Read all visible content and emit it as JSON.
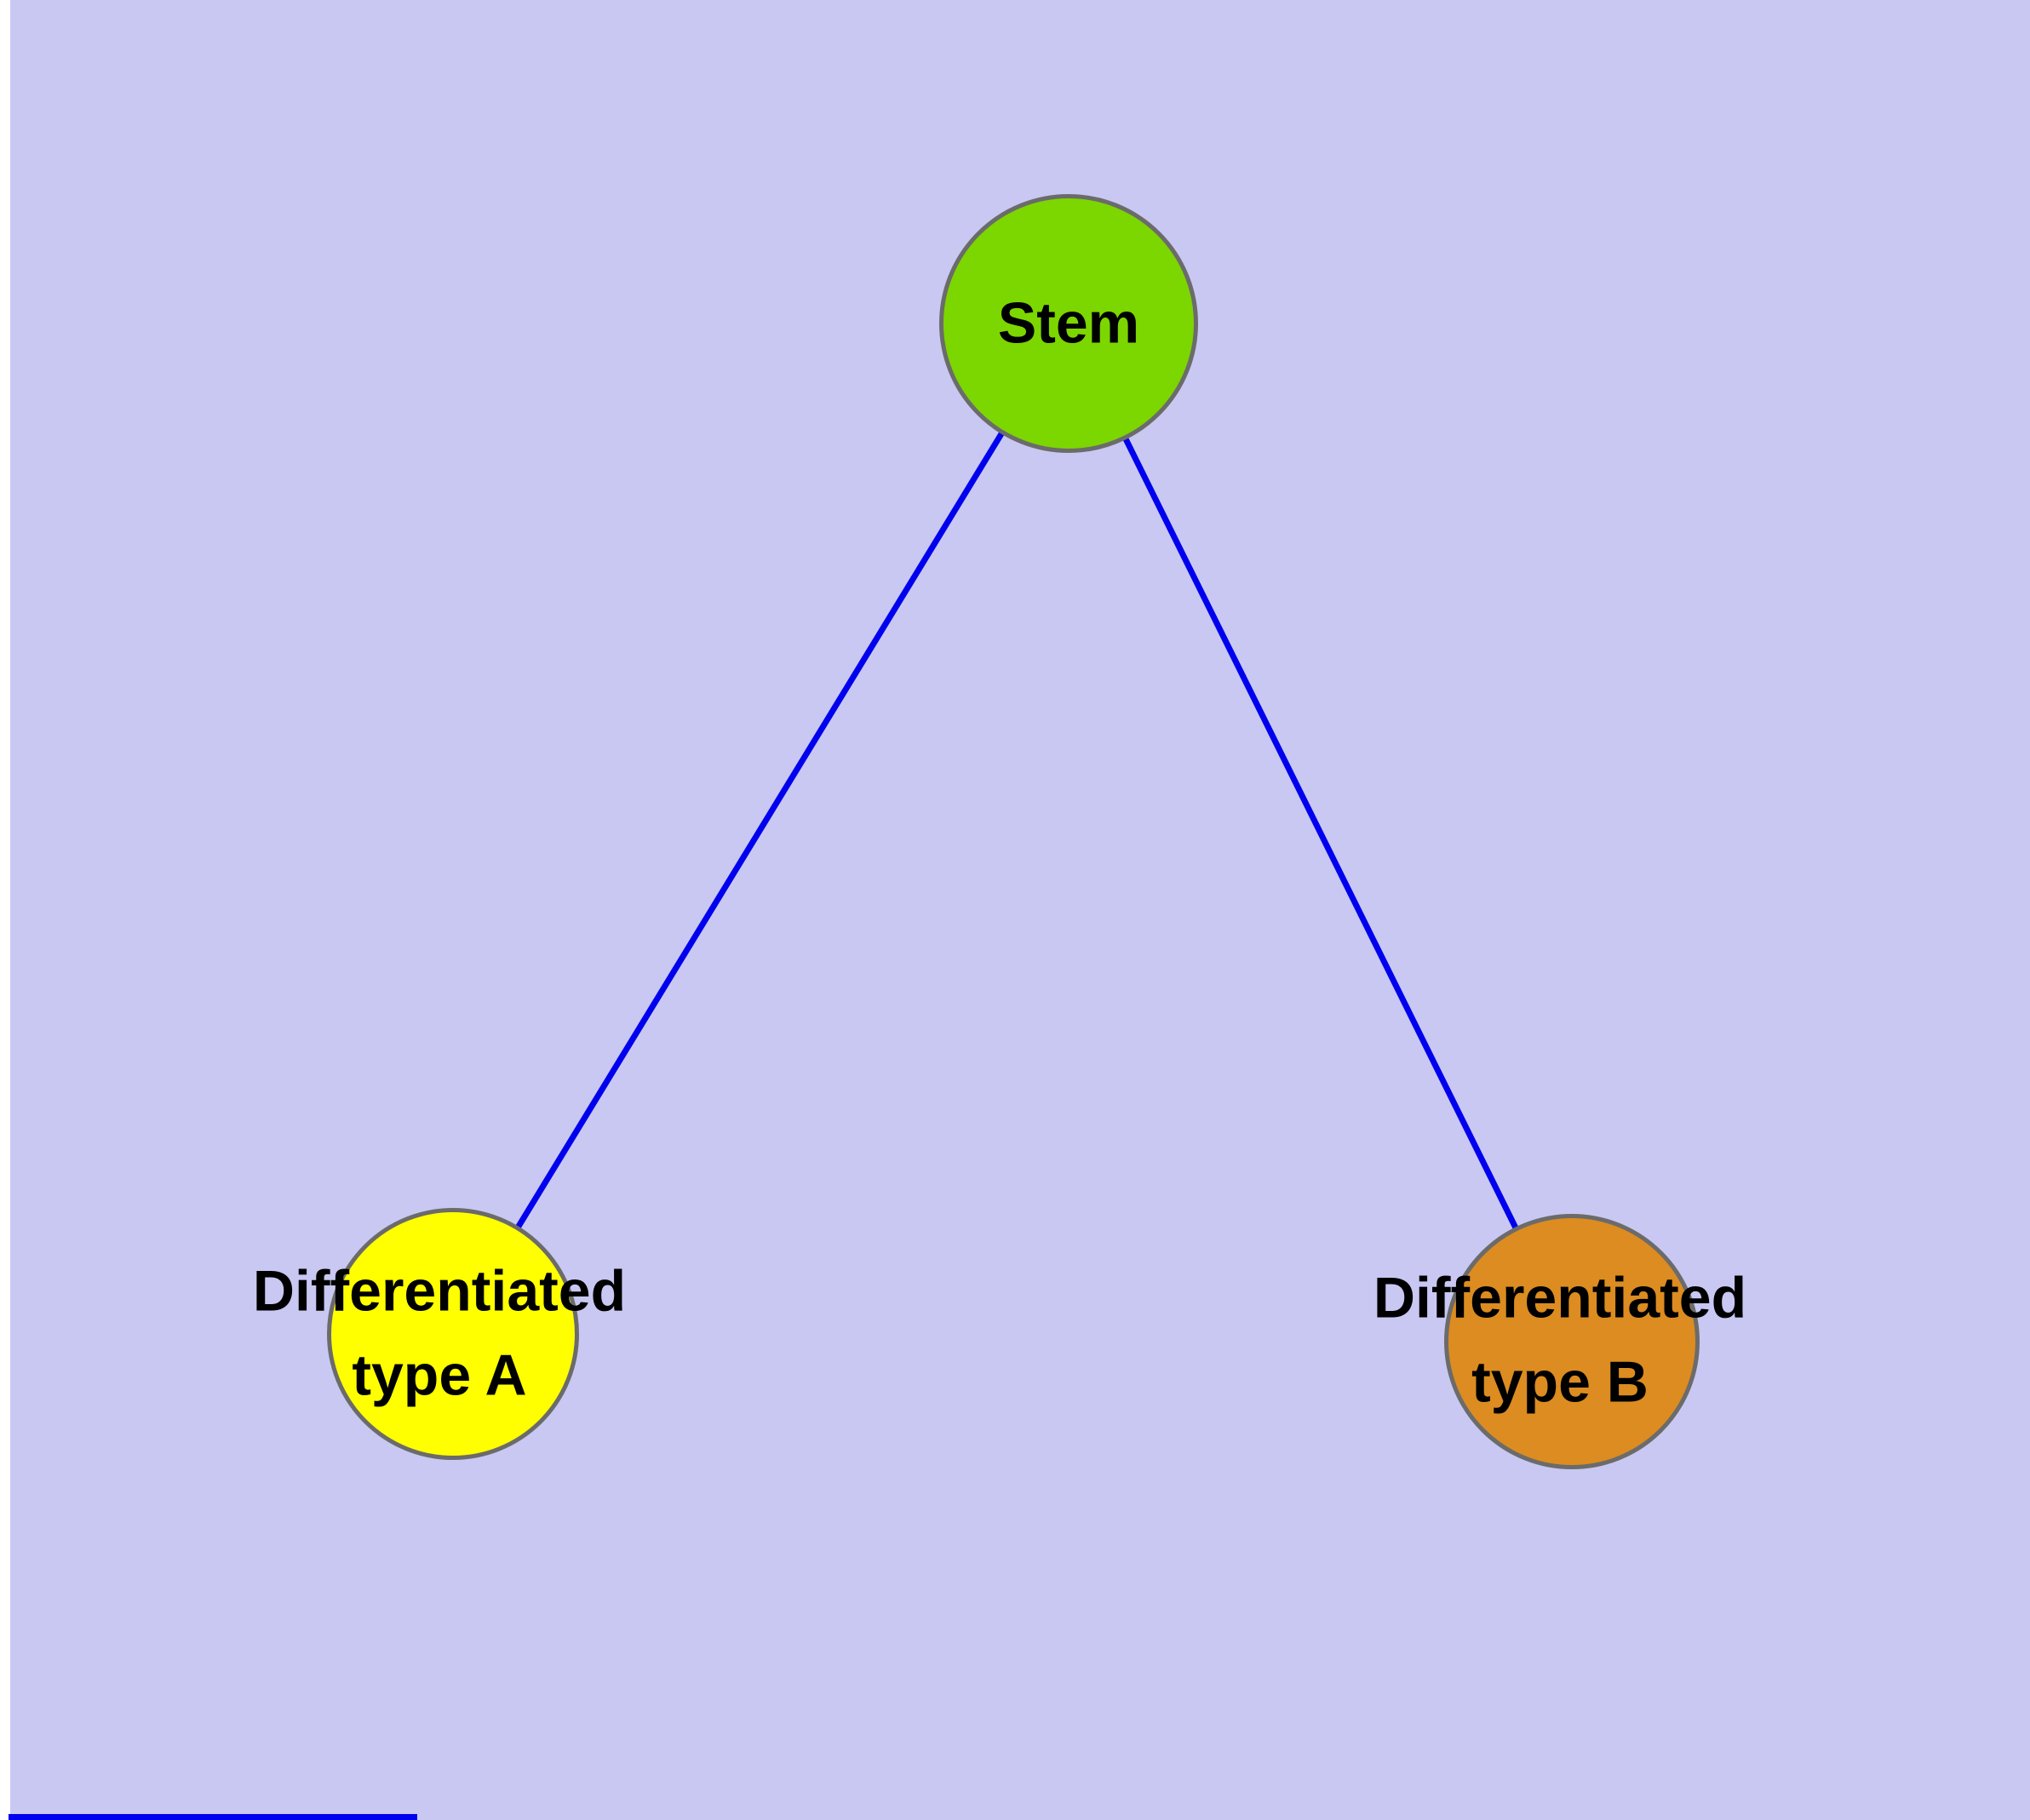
{
  "diagram": {
    "background": "#c8c8f2",
    "margin_strip_color": "#ffffff",
    "colors": {
      "edge": "#0000ee",
      "node_border": "#6b6b6b",
      "label_text": "#000000"
    },
    "nodes": {
      "stem": {
        "label": "Stem",
        "fill": "#7cd600"
      },
      "type_a": {
        "label_line1": "Differentiated",
        "label_line2": "type A",
        "fill": "#ffff00"
      },
      "type_b": {
        "label_line1": "Differentiated",
        "label_line2": "type B",
        "fill": "#dc8c20"
      }
    },
    "edges": [
      {
        "from": "Stem",
        "to": "Differentiated type A"
      },
      {
        "from": "Stem",
        "to": "Differentiated type B"
      }
    ]
  }
}
